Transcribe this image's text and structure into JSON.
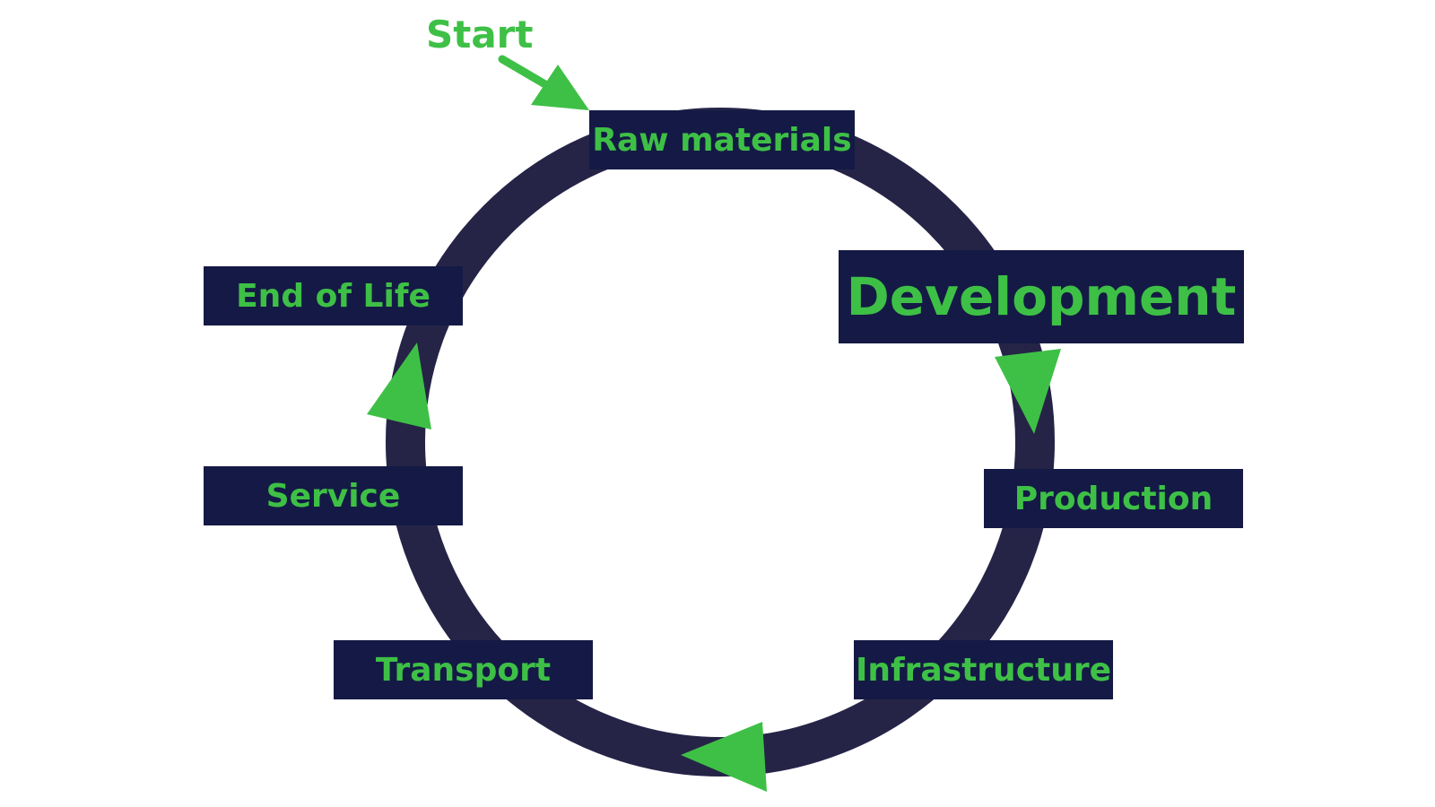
{
  "diagram": {
    "start_label": "Start",
    "stages": {
      "raw_materials": "Raw materials",
      "development": "Development",
      "production": "Production",
      "infrastructure": "Infrastructure",
      "transport": "Transport",
      "service": "Service",
      "end_of_life": "End of Life"
    },
    "colors": {
      "ring": "#252447",
      "box_fill": "#141a45",
      "text": "#3ec046",
      "arrow": "#3ec046",
      "background": "#ffffff"
    }
  }
}
